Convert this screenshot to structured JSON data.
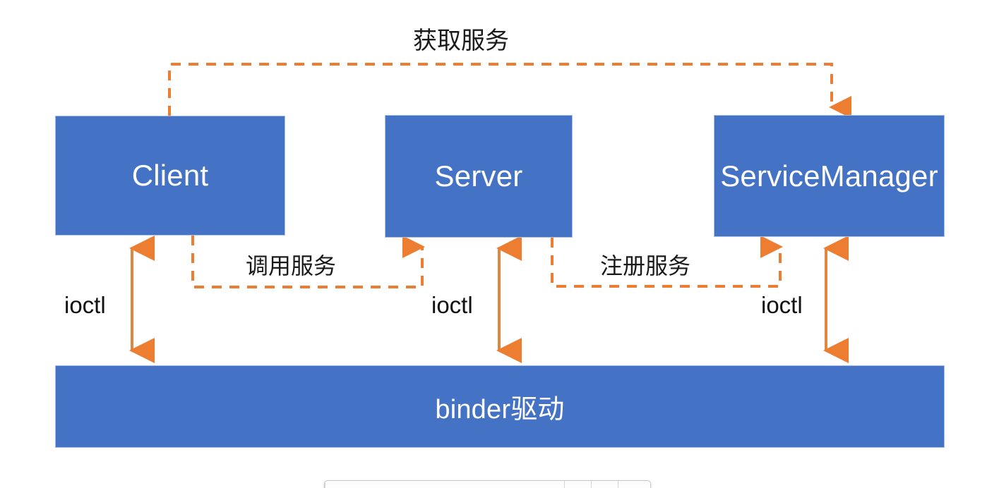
{
  "diagram": {
    "title_flow": "获取服务",
    "accent_color": "#ED7D31",
    "node_color": "#4472C4",
    "node_text_color": "#FFFFFF",
    "background": "#FFFFFF"
  },
  "nodes": {
    "client": "Client",
    "server": "Server",
    "service_manager": "ServiceManager",
    "binder": "binder驱动"
  },
  "edge_labels": {
    "get_service": "获取服务",
    "call_service": "调用服务",
    "register_service": "注册服务",
    "ioctl_client": "ioctl",
    "ioctl_server": "ioctl",
    "ioctl_service_manager": "ioctl"
  },
  "edges": [
    {
      "name": "get-service",
      "from": "Client",
      "to": "ServiceManager",
      "label": "获取服务",
      "style": "dashed",
      "direction": "one-way"
    },
    {
      "name": "call-service",
      "from": "Client",
      "to": "Server",
      "label": "调用服务",
      "style": "dashed",
      "direction": "one-way"
    },
    {
      "name": "register-service",
      "from": "Server",
      "to": "ServiceManager",
      "label": "注册服务",
      "style": "dashed",
      "direction": "one-way"
    },
    {
      "name": "ioctl-client-binder",
      "from": "Client",
      "to": "binder驱动",
      "label": "ioctl",
      "style": "solid",
      "direction": "two-way"
    },
    {
      "name": "ioctl-server-binder",
      "from": "Server",
      "to": "binder驱动",
      "label": "ioctl",
      "style": "solid",
      "direction": "two-way"
    },
    {
      "name": "ioctl-sm-binder",
      "from": "ServiceManager",
      "to": "binder驱动",
      "label": "ioctl",
      "style": "solid",
      "direction": "two-way"
    }
  ]
}
